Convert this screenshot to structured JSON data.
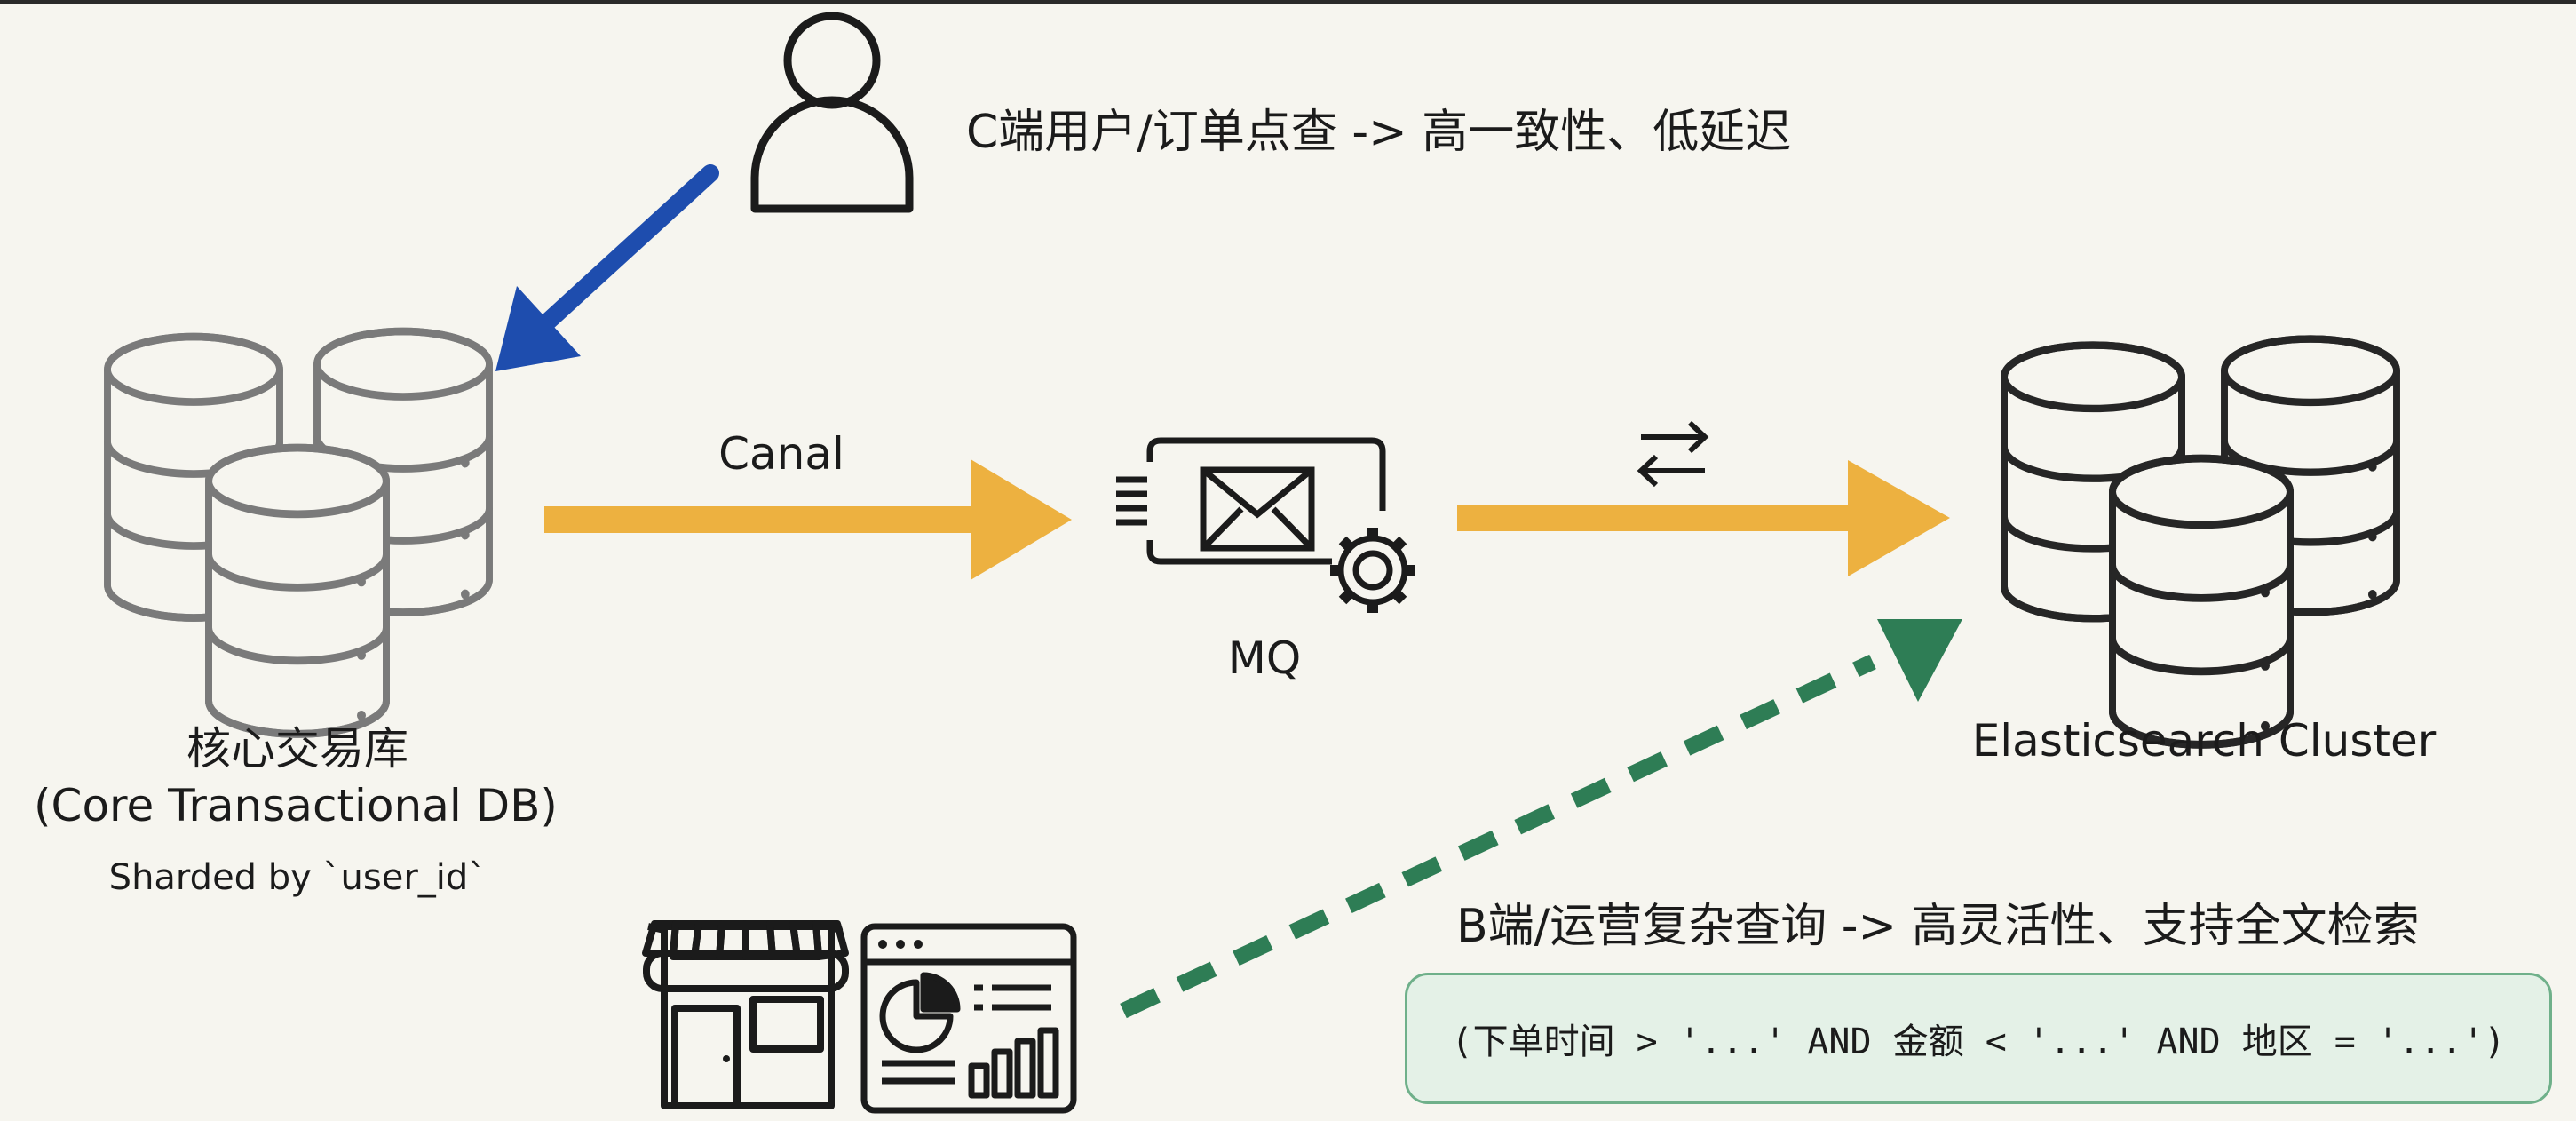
{
  "consumer": {
    "label": "C端用户/订单点查 -> 高一致性、低延迟",
    "icon": "user-icon"
  },
  "core_db": {
    "name_cn": "核心交易库",
    "name_en": "(Core Transactional DB)",
    "sharding": "Sharded by `user_id`",
    "icon": "database-cluster-icon"
  },
  "pipeline": {
    "canal_label": "Canal",
    "mq_label": "MQ",
    "mq_icon": "message-queue-icon",
    "sync_icon": "bidirectional-arrows-icon"
  },
  "elasticsearch": {
    "name": "Elasticsearch Cluster",
    "icon": "database-cluster-icon"
  },
  "business": {
    "label": "B端/运营复杂查询 -> 高灵活性、支持全文检索",
    "query_example": "(下单时间 > '...' AND 金额 < '...' AND 地区 = '...')",
    "icons": [
      "storefront-icon",
      "dashboard-icon"
    ]
  },
  "colors": {
    "background": "#F6F5EF",
    "user_arrow": "#1E4DAE",
    "flow_arrow": "#EDB140",
    "query_arrow": "#2E7D55",
    "filter_box_fill": "#E4F1E7",
    "filter_box_border": "#6FB08A",
    "core_db_stroke": "#7A7A7A",
    "es_stroke": "#262626"
  }
}
